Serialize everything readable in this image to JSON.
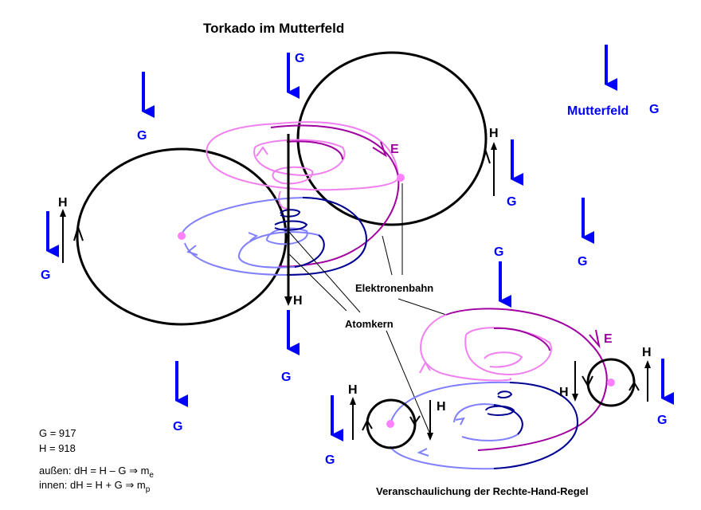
{
  "title": "Torkado im Mutterfeld",
  "caption": "Veranschaulichung der Rechte-Hand-Regel",
  "legend": {
    "mutterfeld_label": "Mutterfeld",
    "mutterfeld_symbol": "G"
  },
  "labels": {
    "G": "G",
    "H": "H",
    "E": "E",
    "elektronenbahn": "Elektronenbahn",
    "atomkern": "Atomkern"
  },
  "values": {
    "g_line": "G = 917",
    "h_line": "H = 918"
  },
  "formulas": {
    "outer_prefix": "außen:  dH = H – G  ⇒ m",
    "outer_sub": "e",
    "inner_prefix": "innen:  dH = H + G  ⇒ m",
    "inner_sub": "p"
  },
  "colors": {
    "field_arrow": "#0000ff",
    "torkado_upper_light": "#f080f0",
    "torkado_upper_dark": "#a000a0",
    "torkado_lower_light": "#8080ff",
    "torkado_lower_dark": "#000090",
    "nucleus": "#ff80ff",
    "ring": "#000000",
    "electron_label": "#a000a0"
  }
}
